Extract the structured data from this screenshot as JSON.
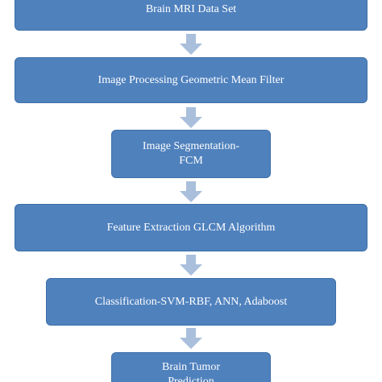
{
  "flowchart": {
    "colors": {
      "box_fill": "#4f81bd",
      "box_border": "#3d6fa8",
      "text": "#ffffff",
      "arrow": "#a9bfdc"
    },
    "steps": [
      {
        "line1": "Brain MRI Data Set"
      },
      {
        "line1": "Image Processing Geometric Mean Filter"
      },
      {
        "line1": "Image Segmentation-",
        "line2": "FCM"
      },
      {
        "line1": "Feature Extraction GLCM Algorithm"
      },
      {
        "line1": "Classification-SVM-RBF, ANN, Adaboost"
      },
      {
        "line1": "Brain Tumor",
        "line2": "Prediction"
      }
    ],
    "arrows": [
      {
        "icon": "down-arrow-icon"
      },
      {
        "icon": "down-arrow-icon"
      },
      {
        "icon": "down-arrow-icon"
      },
      {
        "icon": "down-arrow-icon"
      },
      {
        "icon": "down-arrow-icon"
      }
    ]
  }
}
